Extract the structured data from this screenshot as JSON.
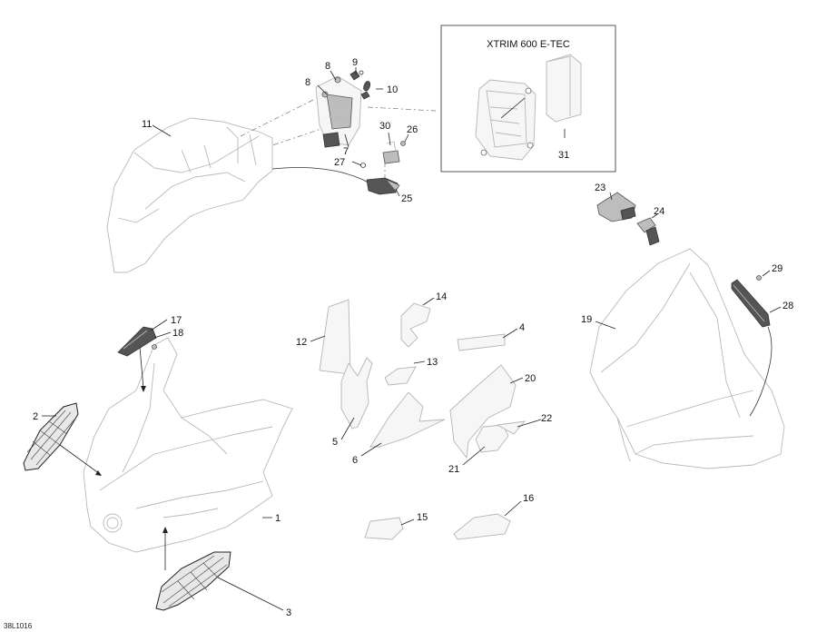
{
  "inset": {
    "title": "XTRIM 600 E-TEC"
  },
  "drawing_code": "38L1016",
  "callouts": [
    {
      "id": "c1",
      "label": "1"
    },
    {
      "id": "c2",
      "label": "2"
    },
    {
      "id": "c3",
      "label": "3"
    },
    {
      "id": "c4",
      "label": "4"
    },
    {
      "id": "c5",
      "label": "5"
    },
    {
      "id": "c6",
      "label": "6"
    },
    {
      "id": "c7",
      "label": "7"
    },
    {
      "id": "c8a",
      "label": "8"
    },
    {
      "id": "c8b",
      "label": "8"
    },
    {
      "id": "c9",
      "label": "9"
    },
    {
      "id": "c10",
      "label": "10"
    },
    {
      "id": "c11",
      "label": "11"
    },
    {
      "id": "c12",
      "label": "12"
    },
    {
      "id": "c13",
      "label": "13"
    },
    {
      "id": "c14",
      "label": "14"
    },
    {
      "id": "c15",
      "label": "15"
    },
    {
      "id": "c16",
      "label": "16"
    },
    {
      "id": "c17",
      "label": "17"
    },
    {
      "id": "c18",
      "label": "18"
    },
    {
      "id": "c19",
      "label": "19"
    },
    {
      "id": "c20",
      "label": "20"
    },
    {
      "id": "c21",
      "label": "21"
    },
    {
      "id": "c22",
      "label": "22"
    },
    {
      "id": "c23",
      "label": "23"
    },
    {
      "id": "c24",
      "label": "24"
    },
    {
      "id": "c25",
      "label": "25"
    },
    {
      "id": "c26",
      "label": "26"
    },
    {
      "id": "c27",
      "label": "27"
    },
    {
      "id": "c28",
      "label": "28"
    },
    {
      "id": "c29",
      "label": "29"
    },
    {
      "id": "c30",
      "label": "30"
    },
    {
      "id": "c31",
      "label": "31"
    }
  ]
}
